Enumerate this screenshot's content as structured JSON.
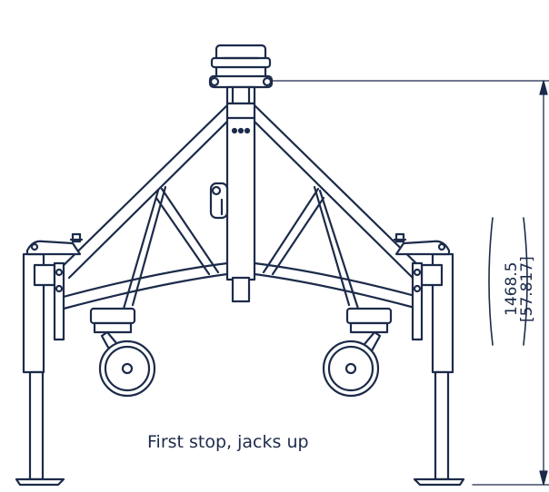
{
  "caption": "First stop, jacks up",
  "dimension": {
    "mm": "1468.5",
    "inch": "[57.817]"
  },
  "colors": {
    "stroke": "#1c2b4a",
    "background": "#ffffff"
  }
}
